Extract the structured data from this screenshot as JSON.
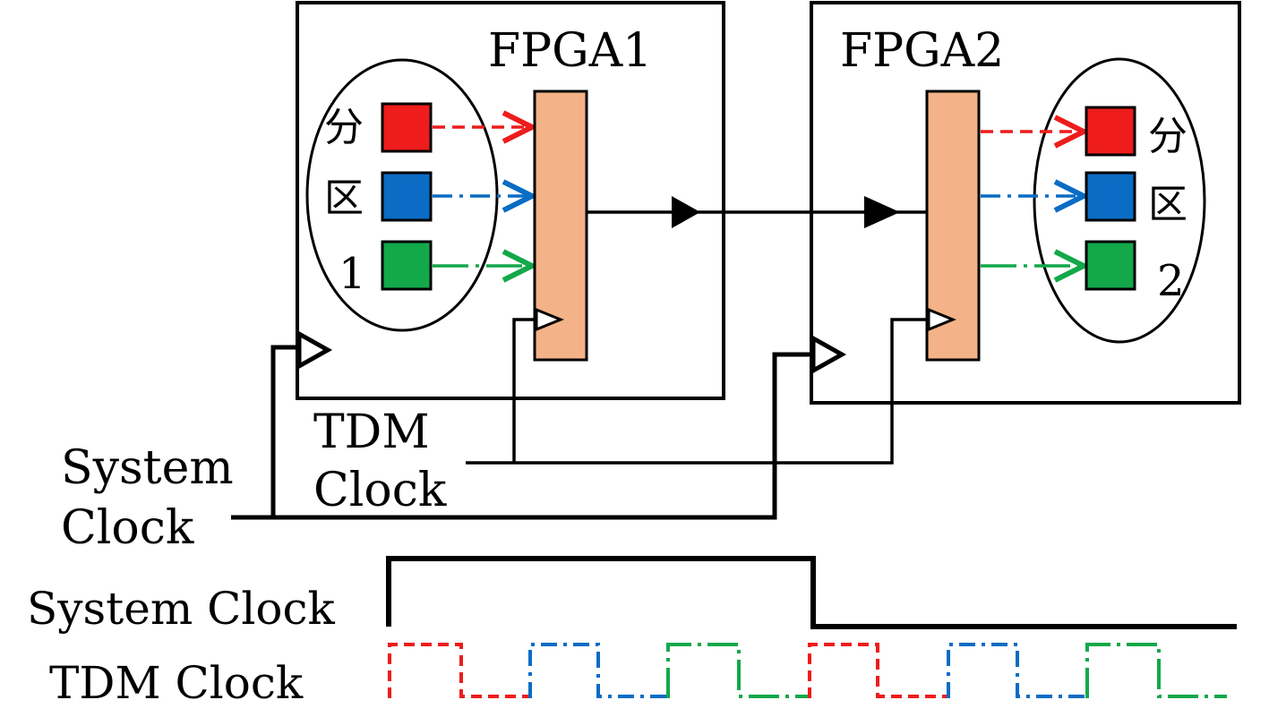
{
  "fpga1": {
    "title": "FPGA1"
  },
  "fpga2": {
    "title": "FPGA2"
  },
  "partition1": {
    "chars": [
      "分",
      "区",
      "1"
    ]
  },
  "partition2": {
    "chars": [
      "分",
      "区",
      "2"
    ]
  },
  "labels": {
    "tdm_clock_l1": "TDM",
    "tdm_clock_l2": "Clock",
    "system_clock_l1": "System",
    "system_clock_l2": "Clock"
  },
  "timing": {
    "system_clock_label": "System Clock",
    "tdm_clock_label": "TDM Clock"
  },
  "colors": {
    "red": "#ee1c1c",
    "blue": "#0a6cc4",
    "green": "#13a84a",
    "mux": "#f3b287"
  }
}
